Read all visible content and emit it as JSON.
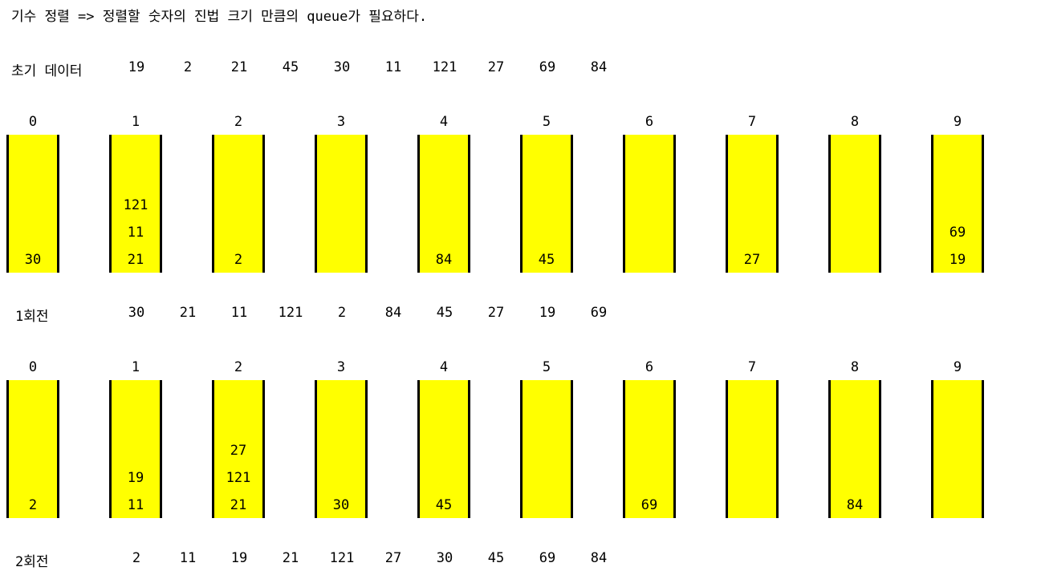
{
  "title": "기수 정렬 => 정렬할 숫자의 진법 크기 만큼의 queue가 필요하다.",
  "initial": {
    "label": "초기 데이터",
    "values": [
      "19",
      "2",
      "21",
      "45",
      "30",
      "11",
      "121",
      "27",
      "69",
      "84"
    ]
  },
  "passes": [
    {
      "bucket_indices": [
        "0",
        "1",
        "2",
        "3",
        "4",
        "5",
        "6",
        "7",
        "8",
        "9"
      ],
      "buckets": [
        [
          "30"
        ],
        [
          "21",
          "11",
          "121"
        ],
        [
          "2"
        ],
        [],
        [
          "84"
        ],
        [
          "45"
        ],
        [],
        [
          "27"
        ],
        [],
        [
          "19",
          "69"
        ]
      ],
      "result_label": "1회전",
      "result_values": [
        "30",
        "21",
        "11",
        "121",
        "2",
        "84",
        "45",
        "27",
        "19",
        "69"
      ]
    },
    {
      "bucket_indices": [
        "0",
        "1",
        "2",
        "3",
        "4",
        "5",
        "6",
        "7",
        "8",
        "9"
      ],
      "buckets": [
        [
          "2"
        ],
        [
          "11",
          "19"
        ],
        [
          "21",
          "121",
          "27"
        ],
        [
          "30"
        ],
        [
          "45"
        ],
        [],
        [
          "69"
        ],
        [],
        [
          "84"
        ],
        []
      ],
      "result_label": "2회전",
      "result_values": [
        "2",
        "11",
        "19",
        "21",
        "121",
        "27",
        "30",
        "45",
        "69",
        "84"
      ]
    }
  ],
  "colors": {
    "bucket_fill": "#ffff00",
    "bucket_border": "#000000",
    "text": "#000000"
  }
}
